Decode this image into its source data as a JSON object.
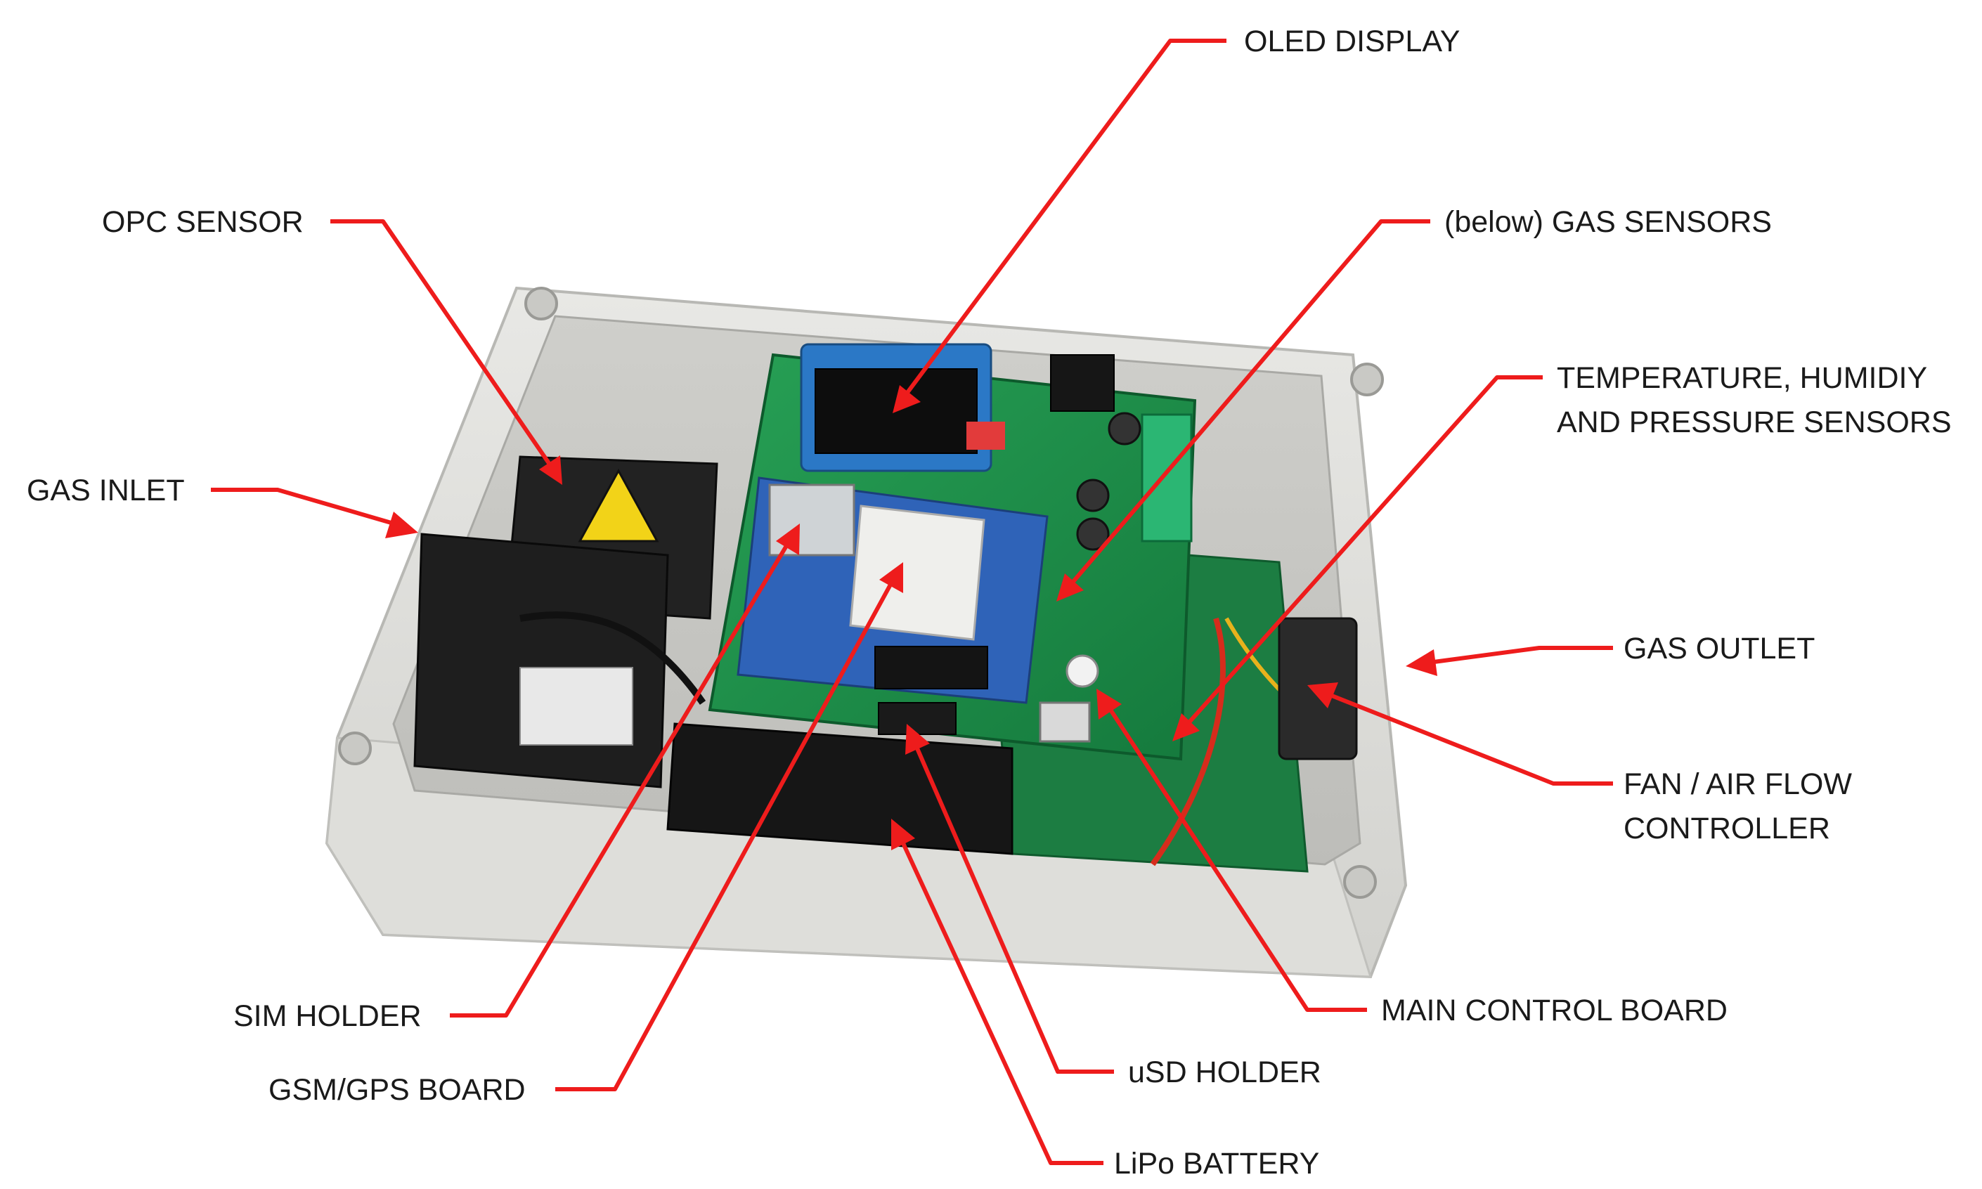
{
  "figure": {
    "labels": {
      "oled_display": "OLED DISPLAY",
      "opc_sensor": "OPC SENSOR",
      "gas_sensors": "(below) GAS SENSORS",
      "thp_line1": "TEMPERATURE, HUMIDIY",
      "thp_line2": "AND PRESSURE SENSORS",
      "gas_inlet": "GAS INLET",
      "gas_outlet": "GAS OUTLET",
      "fan_line1": "FAN / AIR FLOW",
      "fan_line2": "CONTROLLER",
      "sim_holder": "SIM HOLDER",
      "gsm_gps_board": "GSM/GPS BOARD",
      "usd_holder": "uSD HOLDER",
      "main_control_board": "MAIN CONTROL BOARD",
      "lipo_battery": "LiPo BATTERY"
    },
    "colors": {
      "callout": "#ee1c1c",
      "enclosure": "#dcdcd8",
      "pcb": "#1f8a4a",
      "gsm_board": "#2f63b8",
      "battery": "#1e1e1e"
    }
  }
}
